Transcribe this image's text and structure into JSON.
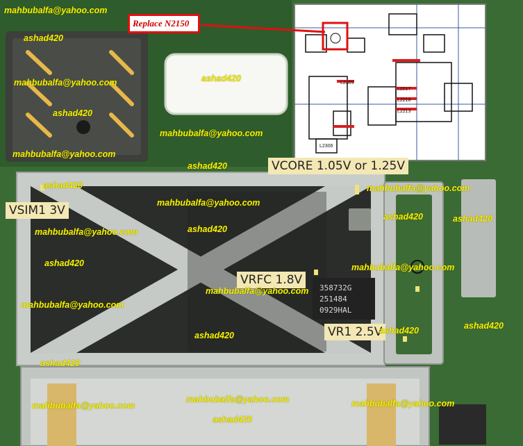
{
  "note": {
    "text": "Replace N2150"
  },
  "tags": [
    {
      "id": "vcore",
      "text": "VCORE 1.05V or 1.25V"
    },
    {
      "id": "vsim",
      "text": "VSIM1 3V"
    },
    {
      "id": "vrfc",
      "text": "VRFC 1.8V"
    },
    {
      "id": "vr1",
      "text": "VR1 2.5V"
    }
  ],
  "watermarks": {
    "email": "mahbubalfa@yahoo.com",
    "name": "ashad420"
  },
  "chip_text": {
    "line1": "358732G",
    "line2": "251484",
    "line3": "0929HAL"
  },
  "schematic_labels": {
    "l1": "L2309",
    "l2": "L2217",
    "l3": "L2218",
    "l4": "L2213",
    "l5": "L2306"
  }
}
